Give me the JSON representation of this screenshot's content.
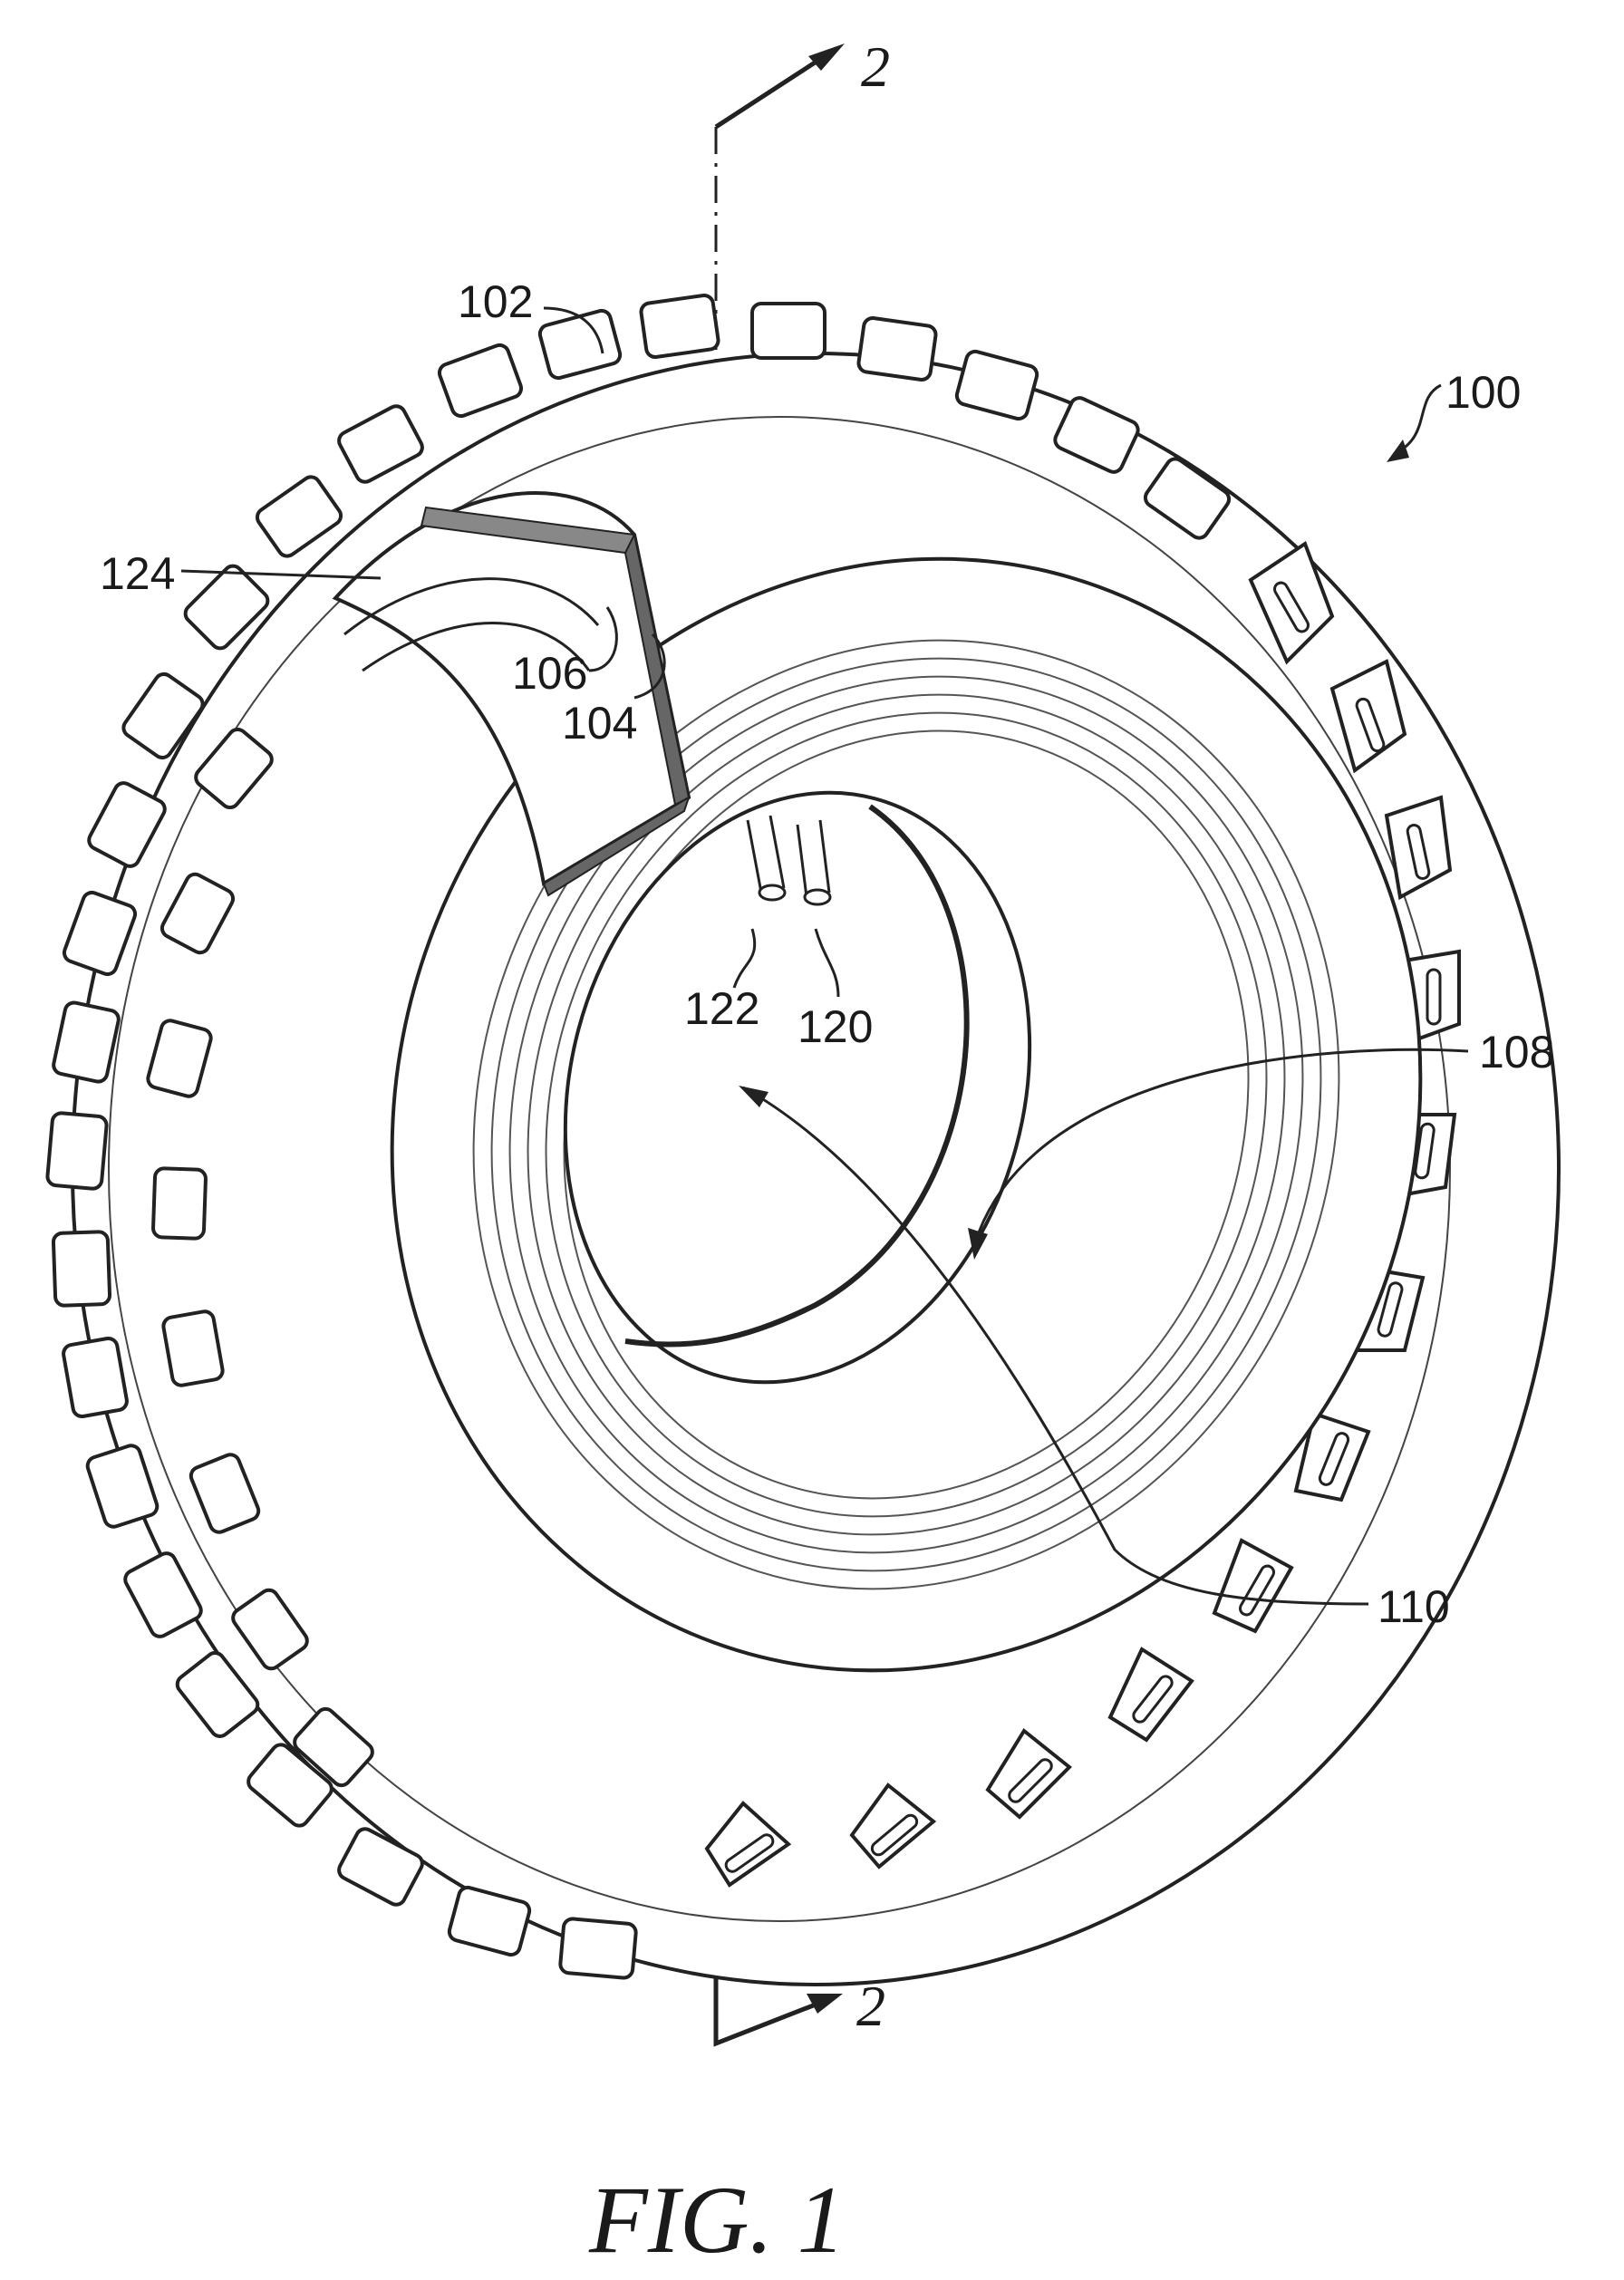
{
  "labels": {
    "tire": "100",
    "tread": "102",
    "layer_104": "104",
    "layer_106": "106",
    "interior": "108",
    "axis": "110",
    "tube_120": "120",
    "tube_122": "122",
    "cutaway": "124"
  },
  "section": {
    "top": "2",
    "bottom": "2"
  },
  "caption": "FIG. 1"
}
